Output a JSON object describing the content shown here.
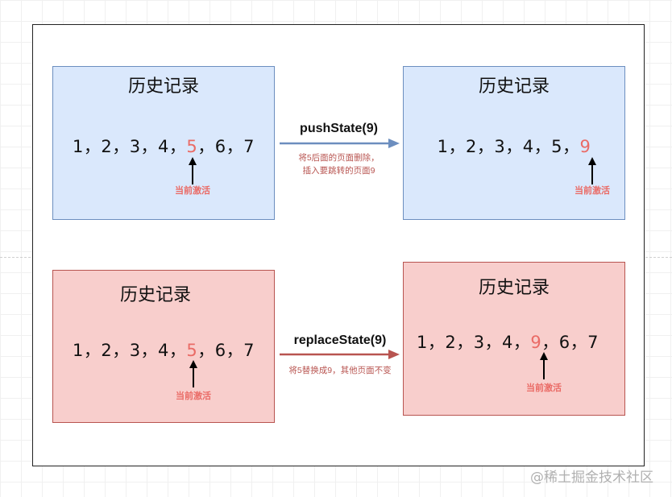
{
  "colors": {
    "blue_fill": "#dae8fc",
    "blue_stroke": "#6c8ebf",
    "red_fill": "#f8cecc",
    "red_stroke": "#b85450",
    "highlight": "#ea6b66",
    "push_arrow": "#6c8ebf",
    "replace_arrow": "#b85450"
  },
  "top_row": {
    "left": {
      "title": "历史记录",
      "seq_before": "1，2，3，4，",
      "seq_active": "5",
      "seq_after": "，6，7",
      "active_label": "当前激活"
    },
    "operation": {
      "label": "pushState(9)",
      "desc_line1": "将5后面的页面删除，",
      "desc_line2": "插入要跳转的页面9"
    },
    "right": {
      "title": "历史记录",
      "seq_before": "1，2，3，4，5，",
      "seq_active": "9",
      "seq_after": "",
      "active_label": "当前激活"
    }
  },
  "bottom_row": {
    "left": {
      "title": "历史记录",
      "seq_before": "1，2，3，4，",
      "seq_active": "5",
      "seq_after": "，6，7",
      "active_label": "当前激活"
    },
    "operation": {
      "label": "replaceState(9)",
      "desc_line1": "将5替换成9，其他页面不变"
    },
    "right": {
      "title": "历史记录",
      "seq_before": "1，2，3，4，",
      "seq_active": "9",
      "seq_after": "，6，7",
      "active_label": "当前激活"
    }
  },
  "watermark": "@稀土掘金技术社区"
}
